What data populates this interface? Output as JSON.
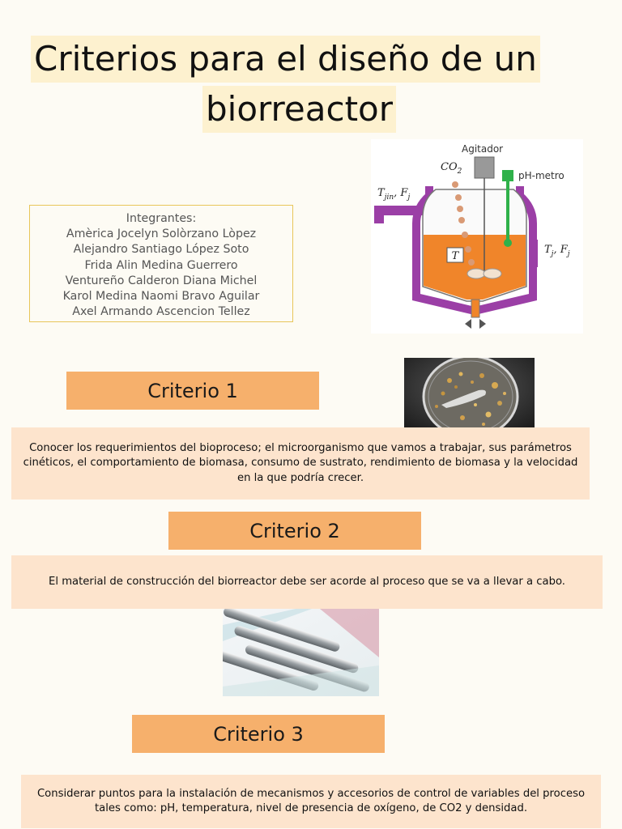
{
  "title": {
    "line1": "Criterios para el diseño de un",
    "line2": "biorreactor"
  },
  "members": {
    "heading": "Integrantes:",
    "names": [
      "Amèrica Jocelyn Solòrzano Lòpez",
      "Alejandro Santiago López Soto",
      "Frida Alin  Medina Guerrero",
      "Ventureño Calderon Diana Michel",
      "Karol Medina Naomi Bravo Aguilar",
      "Axel Armando Ascencion Tellez"
    ]
  },
  "diagram": {
    "agitator_label": "Agitador",
    "co2_label": "CO",
    "co2_sub": "2",
    "ph_label": "pH-metro",
    "inlet_label": "T",
    "inlet_sub": "jin",
    "inlet_flow": ", F",
    "inlet_flow_sub": "j",
    "outlet_label": "T",
    "outlet_sub": "j",
    "outlet_flow": ", F",
    "outlet_flow_sub": "j",
    "temp_label": "T",
    "colors": {
      "jacket": "#9b3fa6",
      "liquid": "#f0852a",
      "probe": "#2fb14a"
    }
  },
  "criteria": [
    {
      "label": "Criterio 1",
      "text": "Conocer los requerimientos del bioproceso; el microorganismo que vamos a trabajar, sus parámetros cinéticos, el comportamiento de biomasa, consumo de sustrato, rendimiento de biomasa y la velocidad en la que podría crecer."
    },
    {
      "label": "Criterio 2",
      "text": "El material de construcción del biorreactor debe ser acorde al proceso que se va a llevar a cabo."
    },
    {
      "label": "Criterio 3",
      "text": "Considerar puntos para la instalación de mecanismos y accesorios de control de variables del proceso tales como: pH, temperatura, nivel de presencia de oxígeno, de CO2 y densidad."
    }
  ],
  "colors": {
    "title_bg": "#fdf1cf",
    "criterion_bg": "#f6b06c",
    "paragraph_bg": "#fde4cd",
    "members_border": "#e8c65a"
  }
}
